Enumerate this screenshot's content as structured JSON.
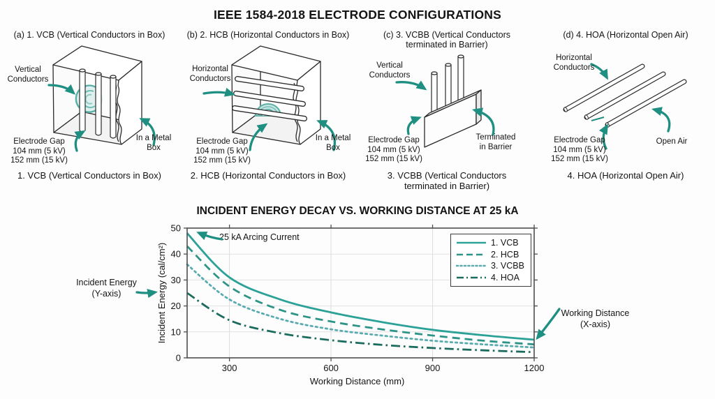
{
  "page": {
    "title": "IEEE 1584-2018 ELECTRODE CONFIGURATIONS"
  },
  "panels": [
    {
      "header": "(a) 1. VCB (Vertical Conductors in Box)",
      "caption": "1. VCB (Vertical Conductors in Box)",
      "conductors_label": "Vertical\nConductors",
      "gap_label": "Electrode Gap\n104 mm (5 kV)\n152 mm (15 kV)",
      "context_label": "In a Metal\nBox"
    },
    {
      "header": "(b) 2. HCB (Horizontal Conductors in Box)",
      "caption": "2. HCB (Horizontal Conductors in Box)",
      "conductors_label": "Horizontal\nConductors",
      "gap_label": "Electrode Gap\n104 mm (5 kV)\n152 mm (15 kV)",
      "context_label": "In a Metal\nBox"
    },
    {
      "header": "(c) 3. VCBB (Vertical Conductors\nterminated in Barrier)",
      "caption": "3. VCBB (Vertical Conductors\nterminated in Barrier)",
      "conductors_label": "Vertical\nConductors",
      "gap_label": "Electrode Gap\n104 mm (5 kV)\n152 mm (15 kV)",
      "context_label": "Terminated\nin Barrier"
    },
    {
      "header": "(d) 4. HOA (Horizontal Open Air)",
      "caption": "4. HOA (Horizontal Open Air)",
      "conductors_label": "Horizontal\nConductors",
      "gap_label": "Electrode Gap\n104 mm (5 kV)\n152 mm (15 kV)",
      "context_label": "Open Air"
    }
  ],
  "chart": {
    "annotations": {
      "arcing_current": "25 kA Arcing Current",
      "y_axis_callout": "Incident Energy\n(Y-axis)",
      "x_axis_callout": "Working Distance\n(X-axis)"
    },
    "accent_teal": "#1f8f82"
  },
  "chart_data": {
    "type": "line",
    "title": "INCIDENT ENERGY DECAY VS. WORKING DISTANCE AT 25 kA",
    "xlabel": "Working Distance (mm)",
    "ylabel": "Incident Energy (cal/cm²)",
    "xlim": [
      175,
      1200
    ],
    "ylim": [
      0,
      50
    ],
    "xticks": [
      300,
      600,
      900,
      1200
    ],
    "yticks": [
      0,
      10,
      20,
      30,
      40,
      50
    ],
    "grid": true,
    "legend_position": "upper right",
    "annotation": "25 kA Arcing Current",
    "x": [
      175,
      300,
      450,
      600,
      750,
      900,
      1050,
      1200
    ],
    "series": [
      {
        "name": "1. VCB",
        "dash": "solid",
        "color": "#2ba197",
        "values": [
          48,
          31,
          22.5,
          17.5,
          13.8,
          10.8,
          8.7,
          7.0
        ]
      },
      {
        "name": "2. HCB",
        "dash": "dashed",
        "color": "#2e9488",
        "values": [
          43,
          27.5,
          18.5,
          14.0,
          11.0,
          8.6,
          6.6,
          5.2
        ]
      },
      {
        "name": "3. VCBB",
        "dash": "dotted",
        "color": "#5aabb0",
        "values": [
          36,
          22.5,
          15.0,
          11.0,
          8.6,
          6.6,
          5.2,
          4.0
        ]
      },
      {
        "name": "4. HOA",
        "dash": "dashdot",
        "color": "#1b6b5e",
        "values": [
          25,
          14.5,
          9.5,
          6.8,
          5.0,
          3.8,
          2.9,
          2.2
        ]
      }
    ]
  }
}
